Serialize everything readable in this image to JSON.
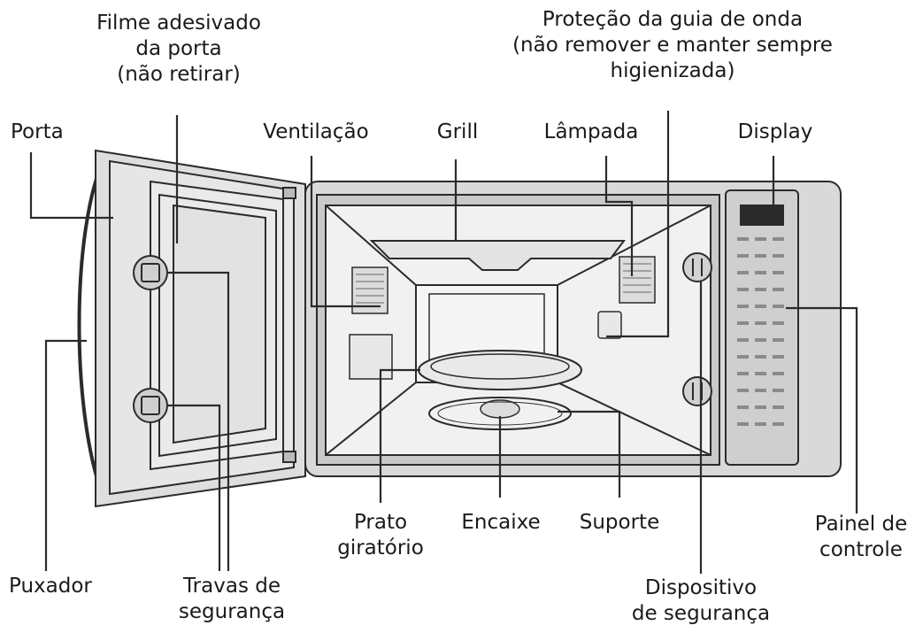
{
  "labels": {
    "filme": [
      "Filme adesivado",
      "da porta",
      "(não retirar)"
    ],
    "protecao": [
      "Proteção da guia de onda",
      "(não remover e manter sempre",
      "higienizada)"
    ],
    "porta": "Porta",
    "ventilacao": "Ventilação",
    "grill": "Grill",
    "lampada": "Lâmpada",
    "display": "Display",
    "prato": [
      "Prato",
      "giratório"
    ],
    "encaixe": "Encaixe",
    "suporte": "Suporte",
    "painel": [
      "Painel de",
      "controle"
    ],
    "puxador": "Puxador",
    "travas": [
      "Travas de",
      "segurança"
    ],
    "dispositivo": [
      "Dispositivo",
      "de segurança"
    ]
  },
  "colors": {
    "line": "#2b2b2b",
    "body_fill": "#d9d9d9",
    "door_fill": "#dedede",
    "cavity_fill": "#f1f1f1",
    "panel_fill": "#cfcfcf",
    "display_fill": "#2a2a2a"
  }
}
